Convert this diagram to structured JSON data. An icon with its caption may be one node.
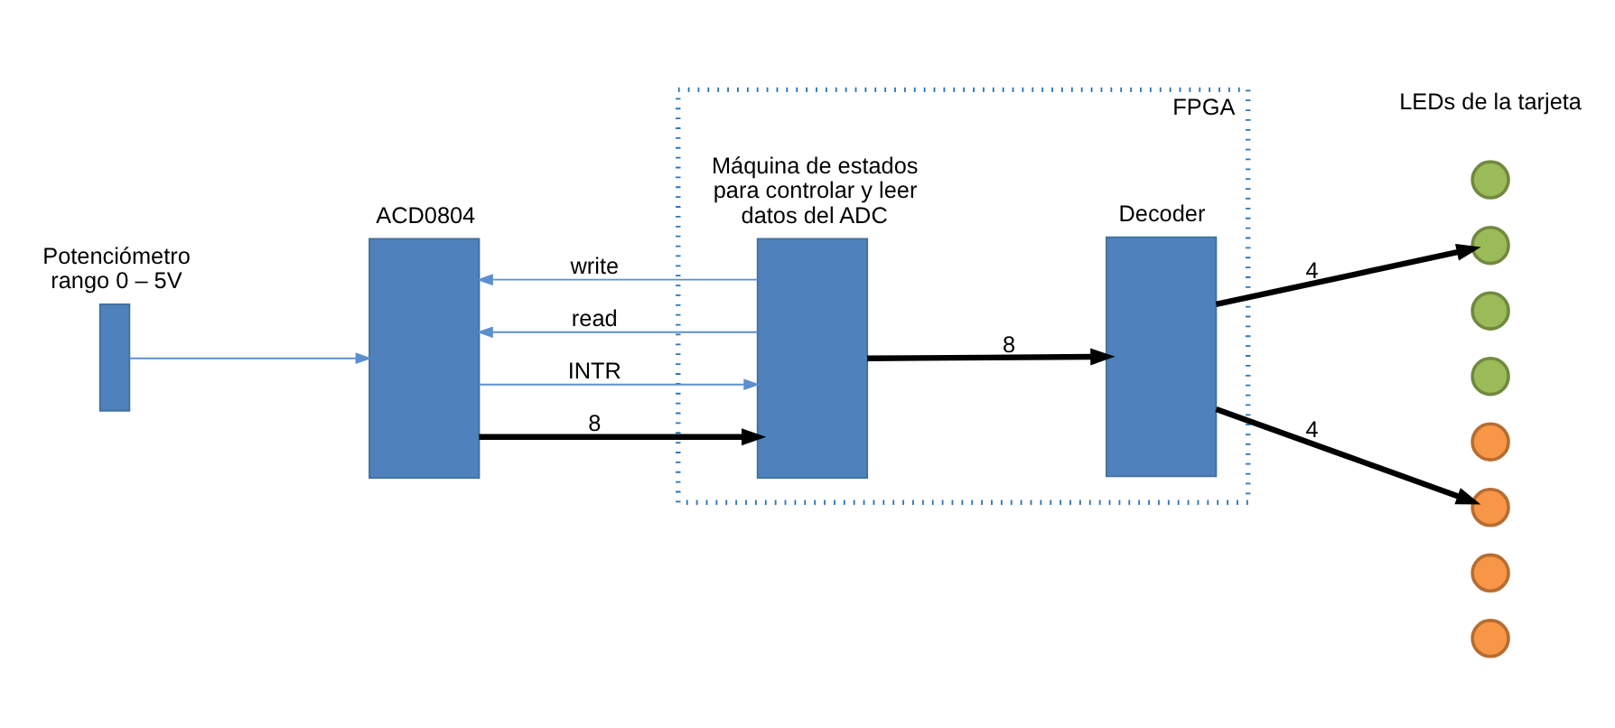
{
  "diagram": {
    "nodes": [
      {
        "text": [
          "FPGA"
        ]
      },
      {
        "text": [
          "Potenciómetro rango 0 – 5V"
        ]
      },
      {
        "text": [
          "ACD0804"
        ]
      },
      {
        "text": [
          "Máquina de estados para controlar y leer datos del ADC"
        ],
        "in": 0
      },
      {
        "text": [
          "Decoder"
        ],
        "in": 0
      },
      {
        "text": [],
        "shape": "circle"
      },
      {
        "text": [],
        "shape": "circle"
      },
      {
        "text": [],
        "shape": "circle"
      },
      {
        "text": [],
        "shape": "circle"
      },
      {
        "text": [],
        "shape": "circle"
      },
      {
        "text": [],
        "shape": "circle"
      },
      {
        "text": [],
        "shape": "circle"
      },
      {
        "text": [],
        "shape": "circle"
      }
    ],
    "edges": [
      {
        "from": 1,
        "to": 2,
        "arrow": "to",
        "color": "#5b8fd0"
      },
      {
        "from": 3,
        "to": 2,
        "arrow": "to",
        "label": "write",
        "color": "#5b8fd0"
      },
      {
        "from": 3,
        "to": 2,
        "arrow": "to",
        "label": "read",
        "color": "#5b8fd0"
      },
      {
        "from": 2,
        "to": 3,
        "arrow": "to",
        "label": "INTR",
        "color": "#5b8fd0"
      },
      {
        "from": 2,
        "to": 3,
        "arrow": "to",
        "label": "8",
        "style": "thick",
        "color": "#000000"
      },
      {
        "from": 3,
        "to": 4,
        "arrow": "to",
        "label": "8",
        "style": "thick",
        "color": "#000000"
      },
      {
        "from": 4,
        "to": 6,
        "arrow": "to",
        "label": "4",
        "style": "thick",
        "color": "#000000"
      },
      {
        "from": 4,
        "to": 10,
        "arrow": "to",
        "label": "4",
        "style": "thick",
        "color": "#000000"
      }
    ],
    "labels": [
      "LEDs de la tarjeta"
    ]
  }
}
